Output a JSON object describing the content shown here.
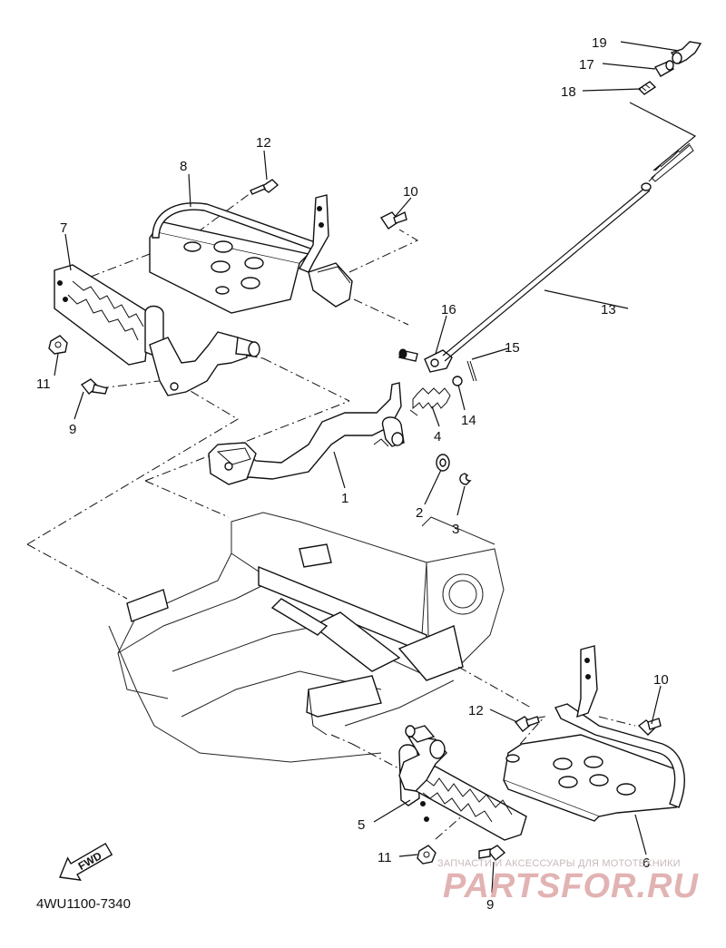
{
  "diagram": {
    "code": "4WU1100-7340",
    "fwd_label": "FWD",
    "callouts": {
      "c1": "1",
      "c2": "2",
      "c3": "3",
      "c4": "4",
      "c5": "5",
      "c6": "6",
      "c7": "7",
      "c8": "8",
      "c9a": "9",
      "c9b": "9",
      "c10a": "10",
      "c10b": "10",
      "c11a": "11",
      "c11b": "11",
      "c12a": "12",
      "c12b": "12",
      "c13": "13",
      "c14": "14",
      "c15": "15",
      "c16": "16",
      "c17": "17",
      "c18": "18",
      "c19": "19"
    }
  },
  "watermark": {
    "subtitle": "ЗАПЧАСТИ И АКСЕССУАРЫ ДЛЯ МОТОТЕХНИКИ",
    "logo": "PARTSFOR.RU"
  }
}
